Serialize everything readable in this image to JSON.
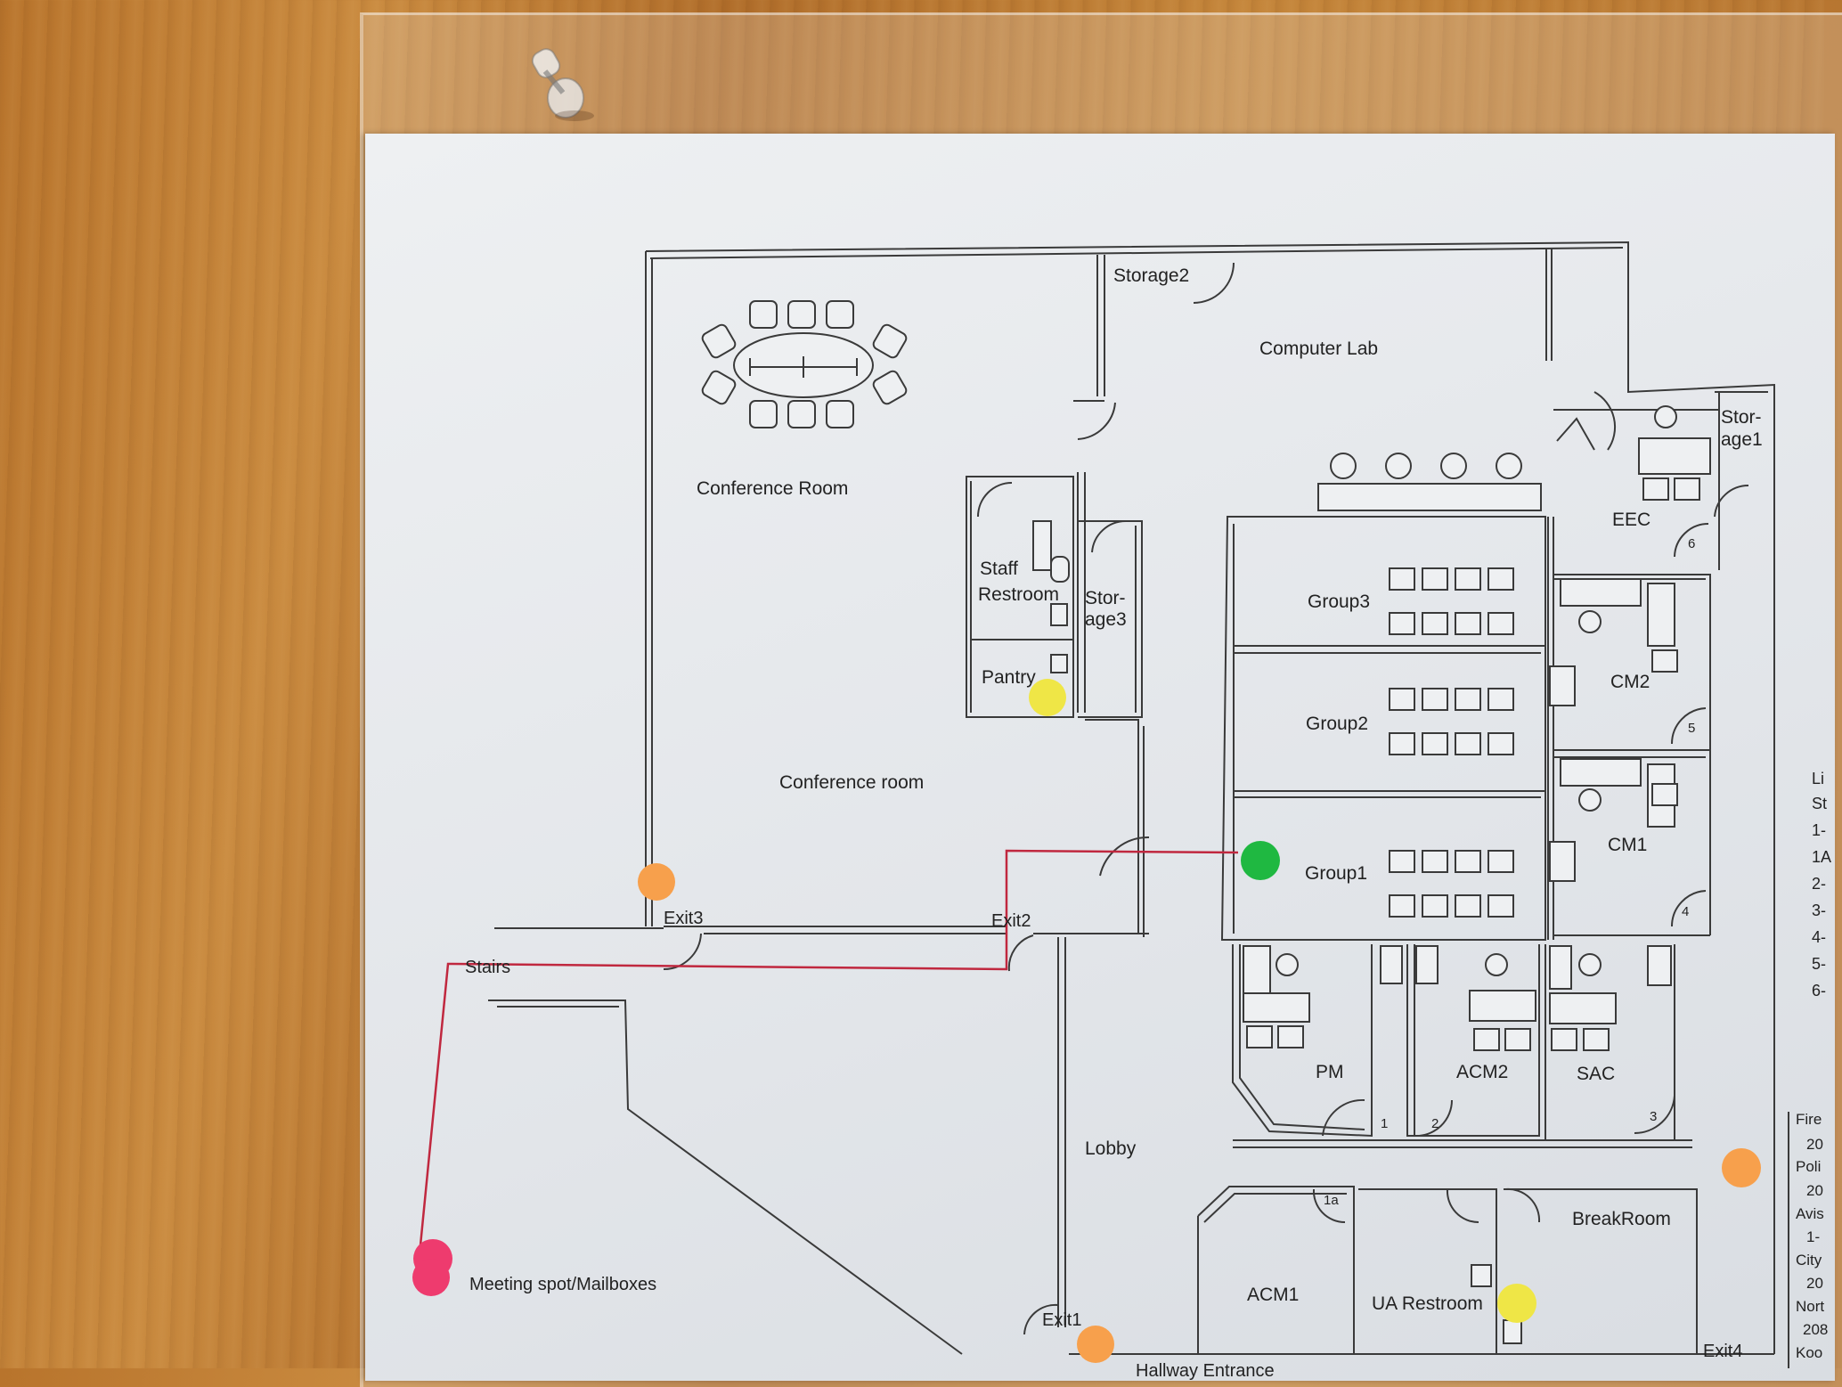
{
  "rooms": {
    "storage2": "Storage2",
    "computer_lab": "Computer Lab",
    "storage1_a": "Stor-",
    "storage1_b": "age1",
    "eec": "EEC",
    "conference_room_top": "Conference Room",
    "staff_restroom_a": "Staff",
    "staff_restroom_b": "Restroom",
    "storage3_a": "Stor-",
    "storage3_b": "age3",
    "pantry": "Pantry",
    "group3": "Group3",
    "group2": "Group2",
    "group1": "Group1",
    "cm2": "CM2",
    "cm1": "CM1",
    "conference_room_bottom": "Conference room",
    "pm": "PM",
    "acm2": "ACM2",
    "sac": "SAC",
    "lobby": "Lobby",
    "acm1": "ACM1",
    "ua_restroom": "UA Restroom",
    "breakroom": "BreakRoom"
  },
  "exits": {
    "exit1": "Exit1",
    "exit2": "Exit2",
    "exit3": "Exit3",
    "exit4": "Exit4"
  },
  "other_labels": {
    "stairs": "Stairs",
    "meeting_spot": "Meeting spot/Mailboxes",
    "hallway_partial": "Hallway Entrance"
  },
  "door_numbers": [
    "1",
    "1a",
    "2",
    "3",
    "4",
    "5",
    "6"
  ],
  "legend_partial": [
    "Li",
    "St",
    "1-",
    "1A",
    "2-",
    "3-",
    "4-",
    "5-",
    "6-"
  ],
  "contacts_partial": [
    "Fire",
    "20",
    "Poli",
    "20",
    "Avis",
    "1-",
    "City",
    "20",
    "Nort",
    "208",
    "Koo"
  ],
  "colors": {
    "orange_dot": "#f7a04c",
    "yellow_dot": "#efe646",
    "green_dot": "#1fb841",
    "pink_dot": "#ee3b6e",
    "route_line": "#c0283f"
  }
}
